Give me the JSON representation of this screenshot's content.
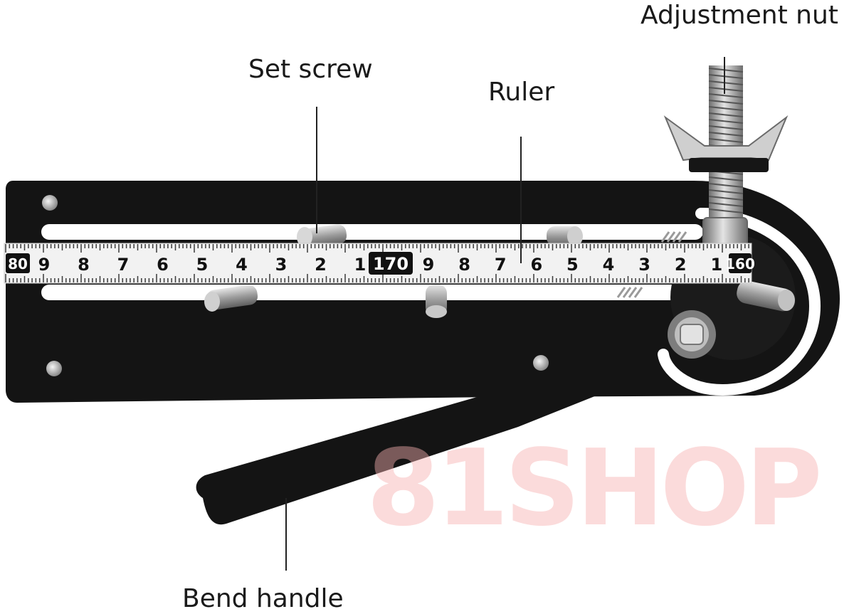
{
  "labels": {
    "set_screw": "Set screw",
    "ruler": "Ruler",
    "adjustment_nut": "Adjustment nut",
    "bend_handle": "Bend handle"
  },
  "watermark": "81SHOP",
  "ruler": {
    "left_partial_marking": "80",
    "boxed_marking": "170",
    "right_partial_marking": "160",
    "left_section_digits": [
      "9",
      "8",
      "7",
      "6",
      "5",
      "4",
      "3",
      "2",
      "1"
    ],
    "right_section_digits": [
      "9",
      "8",
      "7",
      "6",
      "5",
      "4",
      "3",
      "2",
      "1"
    ]
  },
  "colors": {
    "plate": "#141414",
    "ruler_tape": "#f2f2f2",
    "metal": "#b7b7b7",
    "label_text": "#1a1a1a",
    "watermark": "#f6afaf"
  }
}
